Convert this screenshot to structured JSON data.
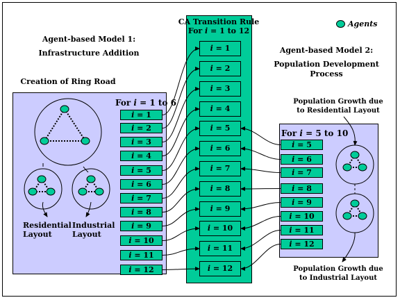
{
  "title_left_1": "Agent-based Model 1:",
  "title_left_2": "Infrastructure Addition",
  "title_right_1": "Agent-based Model 2:",
  "title_right_2": "Population Development",
  "title_right_3": "Process",
  "ca_title_1": "CA Transition Rule",
  "ca_title_2": "For i = 1 to 12",
  "legend_label": "Agents",
  "ring_road_label": "Creation of Ring Road",
  "left_for_label": "For i = 1 to 6",
  "right_for_label": "For i = 5 to 10",
  "residential_label_1": "Residential",
  "residential_label_2": "Layout",
  "industrial_label_1": "Industrial",
  "industrial_label_2": "Layout",
  "pop_res_1": "Population Growth due",
  "pop_res_2": "to Residential Layout",
  "pop_ind_1": "Population Growth due",
  "pop_ind_2": "to Industrial Layout",
  "ca_items": [
    "i = 1",
    "i = 2",
    "i = 3",
    "i = 4",
    "i = 5",
    "i = 6",
    "i = 7",
    "i = 8",
    "i = 9",
    "i = 10",
    "i = 11",
    "i = 12"
  ],
  "left_items": [
    "i = 1",
    "i = 2",
    "i = 3",
    "i = 4",
    "i = 5",
    "i = 6",
    "i = 7",
    "i = 8",
    "i = 9",
    "i = 10",
    "i = 11",
    "i = 12"
  ],
  "right_items": [
    "i = 5",
    "i = 6",
    "i = 7",
    "i = 8",
    "i = 9",
    "i = 10",
    "i = 11",
    "i = 12"
  ],
  "colors": {
    "agent": "#00cc99",
    "panel": "#ccccff",
    "line": "#000000"
  }
}
